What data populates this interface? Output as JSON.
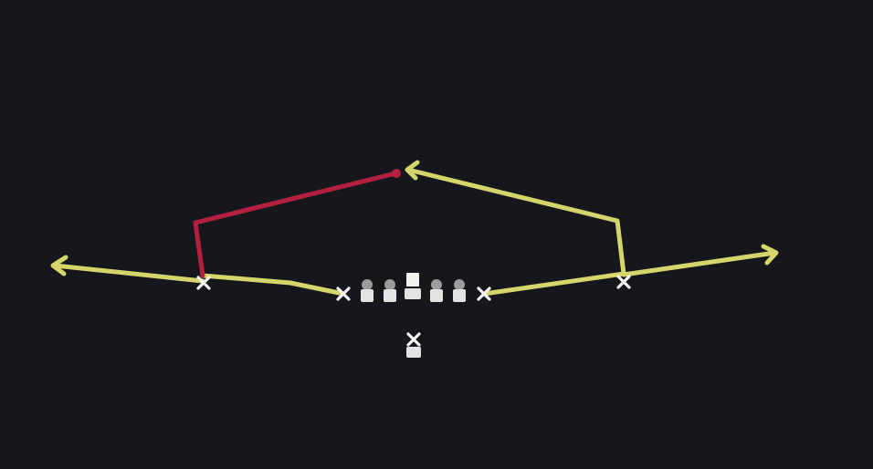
{
  "diagram": {
    "background_color": "#15171d",
    "colors": {
      "route_primary": "#d4d56b",
      "route_highlight": "#b5203f",
      "player": "#f4f4f4",
      "lineman_head": "#9c9c9c"
    },
    "players": {
      "receivers": [
        "x-icon",
        "x-icon",
        "x-icon",
        "x-icon"
      ],
      "offensive_line": [
        "lineman-icon",
        "lineman-icon",
        "center-icon",
        "lineman-icon",
        "lineman-icon"
      ],
      "quarterback": "qb-icon"
    },
    "routes": [
      {
        "name": "left-outer-flat",
        "color_key": "route_primary",
        "arrow": true
      },
      {
        "name": "left-inner-wheel",
        "color_key": "route_primary",
        "arrow": false
      },
      {
        "name": "left-post-highlight",
        "color_key": "route_highlight",
        "arrow": true
      },
      {
        "name": "right-inner-post",
        "color_key": "route_primary",
        "arrow": true
      },
      {
        "name": "right-outer-flat",
        "color_key": "route_primary",
        "arrow": true
      }
    ]
  }
}
